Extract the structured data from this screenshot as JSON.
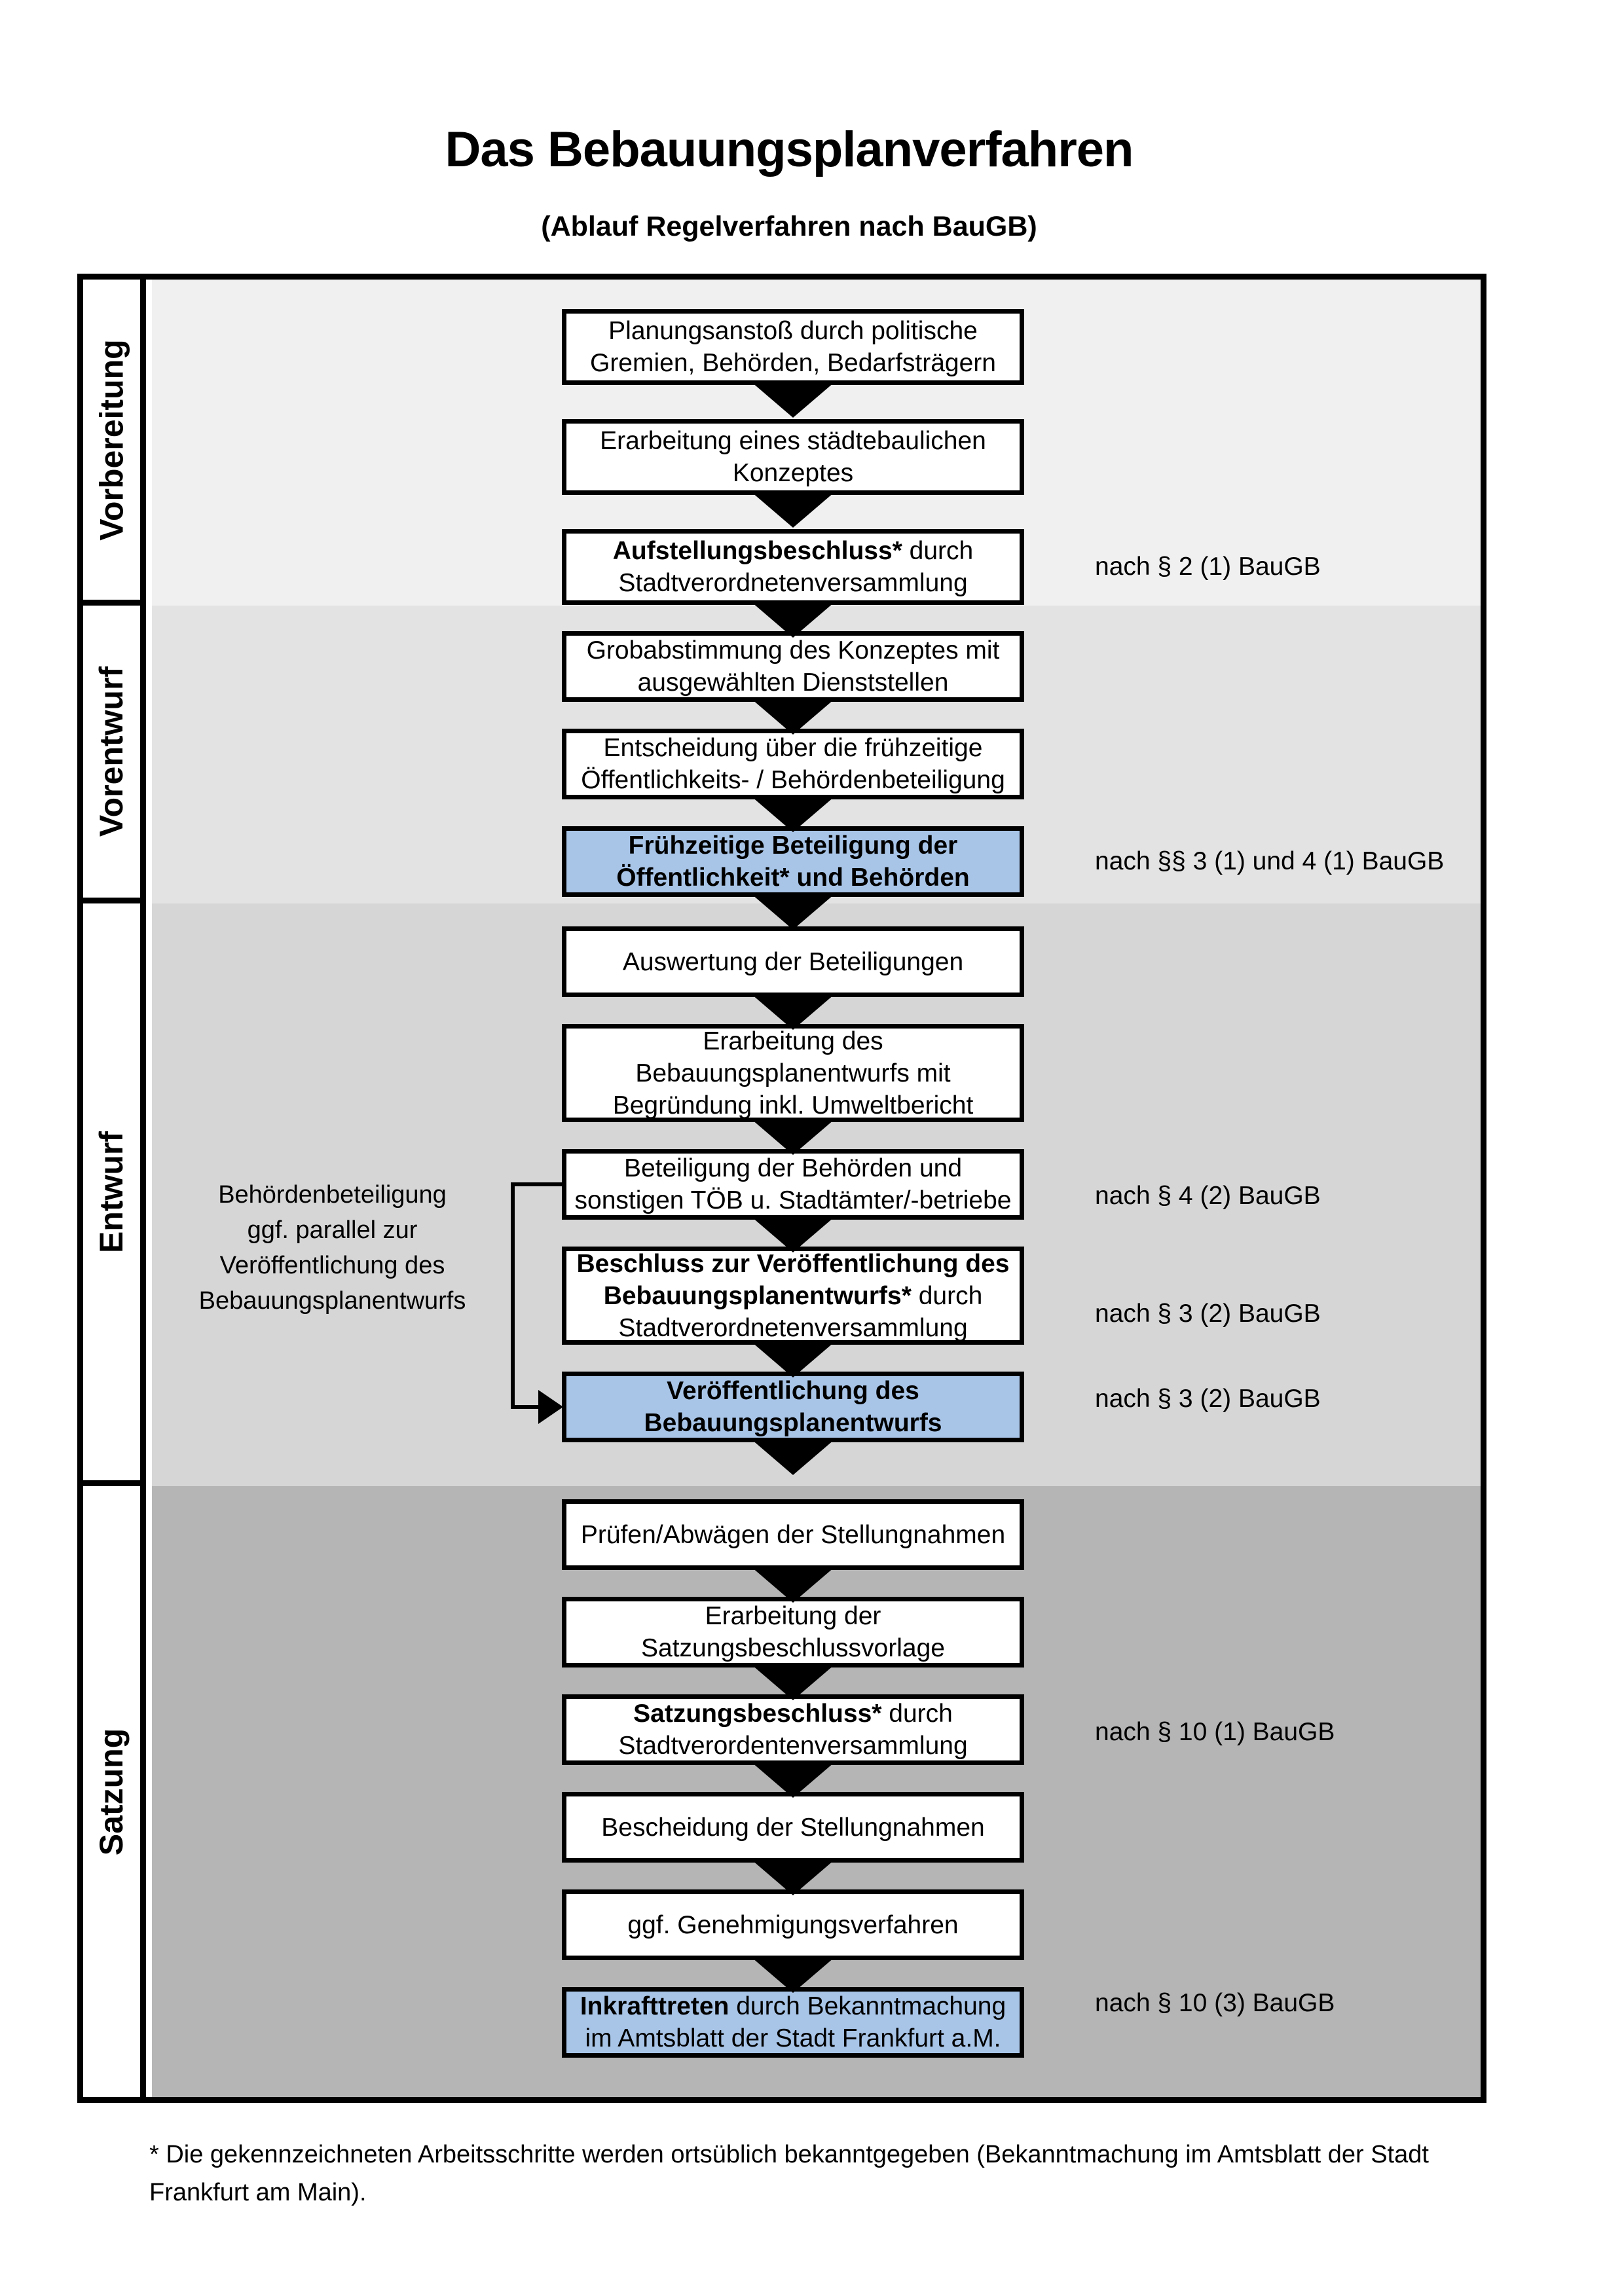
{
  "title": "Das Bebauungsplanverfahren",
  "subtitle": "(Ablauf Regelverfahren nach BauGB)",
  "sections": [
    {
      "label": "Vorbereitung"
    },
    {
      "label": "Vorentwurf"
    },
    {
      "label": "Entwurf"
    },
    {
      "label": "Satzung"
    }
  ],
  "boxes": {
    "b1": "Planungsanstoß durch politische\nGremien, Behörden, Bedarfsträgern",
    "b2": "Erarbeitung eines städtebaulichen\nKonzeptes",
    "b3_bold": "Aufstellungsbeschluss*",
    "b3_rest": " durch",
    "b3_line2": "Stadtverordnetenversammlung",
    "b4": "Grobabstimmung des Konzeptes mit\nausgewählten Dienststellen",
    "b5": "Entscheidung über die frühzeitige\nÖffentlichkeits- / Behördenbeteiligung",
    "b6": "Frühzeitige Beteiligung der\nÖffentlichkeit* und Behörden",
    "b7": "Auswertung der Beteiligungen",
    "b8": "Erarbeitung des\nBebauungsplanentwurfs mit\nBegründung inkl. Umweltbericht",
    "b9": "Beteiligung der Behörden und\nsonstigen TÖB u. Stadtämter/-betriebe",
    "b10_bold1": "Beschluss zur Veröffentlichung des",
    "b10_bold2": "Bebauungsplanentwurfs*",
    "b10_rest2": " durch",
    "b10_line3": "Stadtverordnetenversammlung",
    "b11": "Veröffentlichung des\nBebauungsplanentwurfs",
    "b12": "Prüfen/Abwägen der Stellungnahmen",
    "b13": "Erarbeitung der\nSatzungsbeschlussvorlage",
    "b14_bold": "Satzungsbeschluss*",
    "b14_rest": " durch",
    "b14_line2": "Stadtverordentenversammlung",
    "b15": "Bescheidung der Stellungnahmen",
    "b16": "ggf. Genehmigungsverfahren",
    "b17_bold": "Inkrafttreten",
    "b17_rest": " durch Bekanntmachung",
    "b17_line2": "im Amtsblatt der Stadt Frankfurt a.M."
  },
  "legal_refs": {
    "r1": "nach § 2 (1) BauGB",
    "r2": "nach §§ 3 (1) und 4 (1) BauGB",
    "r3": "nach § 4 (2) BauGB",
    "r4": "nach § 3 (2) BauGB",
    "r5": "nach § 3 (2) BauGB",
    "r6": "nach § 10 (1) BauGB",
    "r7": "nach § 10 (3) BauGB"
  },
  "side_note": "Behördenbeteiligung\nggf. parallel zur\nVeröffentlichung des\nBebauungsplanentwurfs",
  "footnote": "* Die gekennzeichneten Arbeitsschritte werden ortsüblich bekanntgegeben (Bekanntmachung im Amtsblatt  der Stadt\nFrankfurt am Main).",
  "colors": {
    "phase_vorbereitung_bg": "#f0f0f0",
    "phase_vorentwurf_bg": "#e3e3e3",
    "phase_entwurf_bg": "#d6d6d6",
    "phase_satzung_bg": "#b5b5b5",
    "highlight_box_bg": "#a8c5e8",
    "box_border": "#000000"
  }
}
